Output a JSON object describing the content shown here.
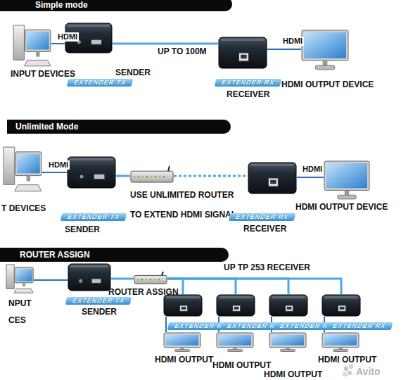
{
  "diagram": {
    "nodes": [
      {
        "text": [
          "Simple mode"
        ]
      },
      {
        "text": [
          "INPUT DEVICES"
        ]
      },
      {
        "text": [
          "EXTENDER TX",
          "SENDER"
        ]
      },
      {
        "text": [
          "EXTENDER RX",
          "RECEIVER"
        ]
      },
      {
        "text": [
          "HDMI OUTPUT DEVICE"
        ]
      },
      {
        "text": [
          "Unlimited Mode"
        ]
      },
      {
        "text": [
          "T DEVICES"
        ]
      },
      {
        "text": [
          "EXTENDER TX",
          "SENDER"
        ]
      },
      {
        "text": [
          "USE UNLIMITED ROUTER TO EXTEND HDMI SIGNAL"
        ]
      },
      {
        "text": [
          "EXTENDER RX",
          "RECEIVER"
        ]
      },
      {
        "text": [
          "HDMI OUTPUT DEVICE"
        ]
      },
      {
        "text": [
          "ROUTER ASSIGN"
        ]
      },
      {
        "text": [
          "NPUT CES"
        ]
      },
      {
        "text": [
          "EXTENDER TX",
          "SENDER"
        ]
      },
      {
        "text": [
          "ROUTER ASSIGN"
        ]
      },
      {
        "text": [
          "EXTENDER RX"
        ]
      },
      {
        "text": [
          "EXTENDER RX"
        ]
      },
      {
        "text": [
          "EXTENDER RX"
        ]
      },
      {
        "text": [
          "EXTENDER RX"
        ]
      },
      {
        "text": [
          "HDMI OUTPUT"
        ]
      },
      {
        "text": [
          "HDMI OUTPUT"
        ]
      },
      {
        "text": [
          "HDMI OUTPUT"
        ]
      },
      {
        "text": [
          "HDMI OUTPUT"
        ]
      }
    ],
    "edges": [
      {
        "from": 1,
        "to": 2,
        "arrow": "none",
        "label": "HDMI"
      },
      {
        "from": 2,
        "to": 3,
        "arrow": "none",
        "label": "UP TO 100M"
      },
      {
        "from": 3,
        "to": 4,
        "arrow": "none",
        "label": "HDMI"
      },
      {
        "from": 6,
        "to": 7,
        "arrow": "none",
        "label": "HDMI"
      },
      {
        "from": 7,
        "to": 8,
        "arrow": "none"
      },
      {
        "from": 8,
        "to": 9,
        "arrow": "none"
      },
      {
        "from": 9,
        "to": 10,
        "arrow": "none",
        "label": "HDMI"
      },
      {
        "from": 12,
        "to": 13,
        "arrow": "none"
      },
      {
        "from": 13,
        "to": 14,
        "arrow": "none"
      },
      {
        "from": 14,
        "to": 15,
        "arrow": "none"
      },
      {
        "from": 14,
        "to": 16,
        "arrow": "none"
      },
      {
        "from": 14,
        "to": 17,
        "arrow": "none"
      },
      {
        "from": 14,
        "to": 18,
        "arrow": "none"
      },
      {
        "from": 15,
        "to": 19,
        "arrow": "none"
      },
      {
        "from": 16,
        "to": 20,
        "arrow": "none"
      },
      {
        "from": 17,
        "to": 21,
        "arrow": "none"
      },
      {
        "from": 18,
        "to": 22,
        "arrow": "none"
      }
    ],
    "labels": [
      "UP TP 253 RECEIVER",
      "Avito"
    ]
  }
}
